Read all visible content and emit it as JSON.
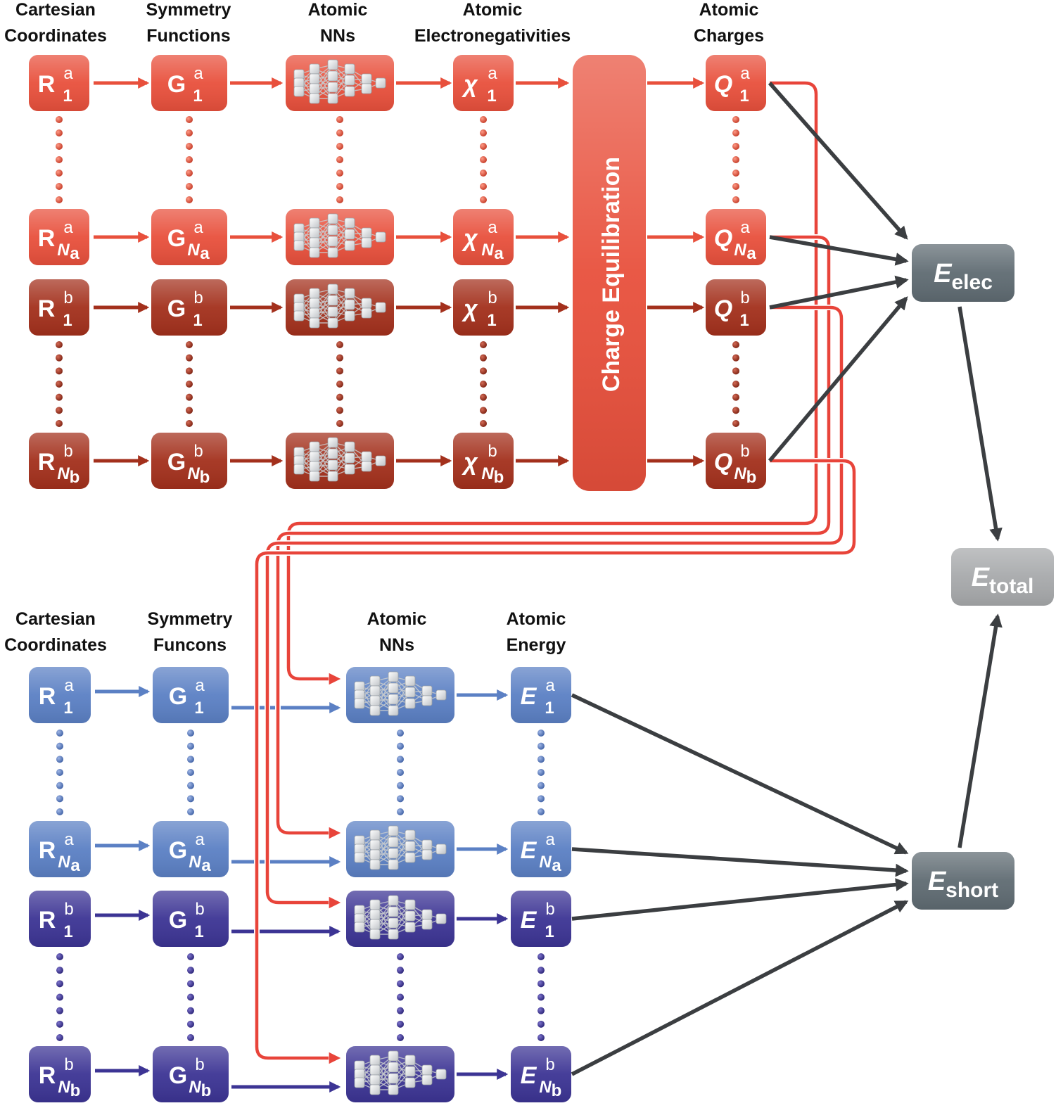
{
  "headers": {
    "top": [
      "Cartesian\nCoordinates",
      "Symmetry\nFunctions",
      "Atomic\nNNs",
      "Atomic\nElectronegativities",
      "Atomic\nCharges"
    ],
    "bottom": [
      "Cartesian\nCoordinates",
      "Symmetry\nFuncons",
      "Atomic\nNNs",
      "Atomic\nEnergy"
    ]
  },
  "charge_equilibration": "Charge Equilibration",
  "atom_rows": [
    {
      "element": "a",
      "index": "1"
    },
    {
      "element": "a",
      "index": "N",
      "index_sub": "a"
    },
    {
      "element": "b",
      "index": "1"
    },
    {
      "element": "b",
      "index": "N",
      "index_sub": "b"
    }
  ],
  "symbols": {
    "coordinate": "R",
    "symmetry": "G",
    "electronegativity": "χ",
    "charge": "Q",
    "energy": "E"
  },
  "energies": {
    "elec": {
      "base": "E",
      "sub": "elec"
    },
    "total": {
      "base": "E",
      "sub": "total"
    },
    "short": {
      "base": "E",
      "sub": "short"
    }
  },
  "colors": {
    "red_a": "#e8503c",
    "red_b": "#a3301c",
    "blue_a": "#5b80c4",
    "blue_b": "#3c3494",
    "gray_dark": "#5f6b72",
    "gray_light": "#a7a9ab",
    "arrow_dark": "#3b3e41",
    "connector_red": "#e8443a"
  },
  "icons": {
    "neural_network": "neural-network-icon",
    "arrow": "arrow-right-icon"
  }
}
